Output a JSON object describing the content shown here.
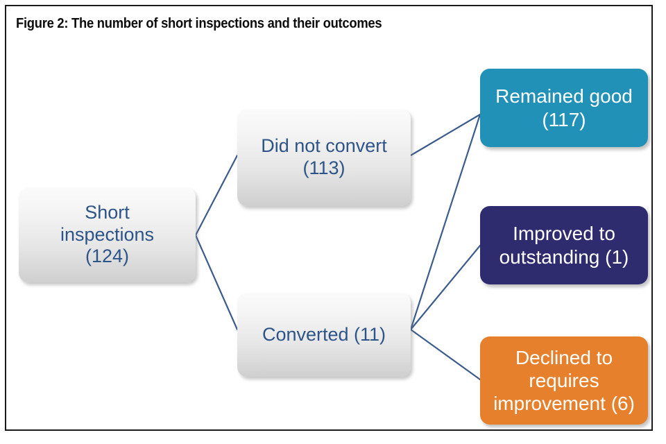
{
  "figure": {
    "title": "Figure 2: The number of short inspections and their outcomes",
    "border_color": "#1a1a1a",
    "background": "#ffffff"
  },
  "palette": {
    "grey_box_text": "#2d5488",
    "teal": "#2191b7",
    "navy": "#2e2b6e",
    "orange": "#e6802c",
    "connector_line": "#3a5b8c"
  },
  "chart_data": {
    "type": "diagram",
    "title": "Figure 2: The number of short inspections and their outcomes",
    "diagram_kind": "flowchart-tree",
    "nodes": [
      {
        "id": "short",
        "label": "Short inspections (124)",
        "value": 124,
        "style": "grey"
      },
      {
        "id": "didnotconv",
        "label": "Did not convert (113)",
        "value": 113,
        "style": "grey"
      },
      {
        "id": "converted",
        "label": "Converted (11)",
        "value": 11,
        "style": "grey"
      },
      {
        "id": "remained",
        "label": "Remained good (117)",
        "value": 117,
        "style": "teal"
      },
      {
        "id": "improved",
        "label": "Improved to outstanding (1)",
        "value": 1,
        "style": "navy"
      },
      {
        "id": "declined",
        "label": "Declined to requires improvement (6)",
        "value": 6,
        "style": "orange"
      }
    ],
    "edges": [
      {
        "from": "short",
        "to": "didnotconv"
      },
      {
        "from": "short",
        "to": "converted"
      },
      {
        "from": "didnotconv",
        "to": "remained"
      },
      {
        "from": "converted",
        "to": "remained"
      },
      {
        "from": "converted",
        "to": "improved"
      },
      {
        "from": "converted",
        "to": "declined"
      }
    ]
  },
  "nodes": {
    "short": {
      "line1": "Short",
      "line2": "inspections",
      "line3": "(124)"
    },
    "didnotconv": {
      "line1": "Did not convert",
      "line2": "(113)"
    },
    "converted": {
      "line1": "Converted (11)"
    },
    "remained": {
      "line1": "Remained good",
      "line2": "(117)"
    },
    "improved": {
      "line1": "Improved to",
      "line2": "outstanding (1)"
    },
    "declined": {
      "line1": "Declined to",
      "line2": "requires",
      "line3": "improvement (6)"
    }
  }
}
